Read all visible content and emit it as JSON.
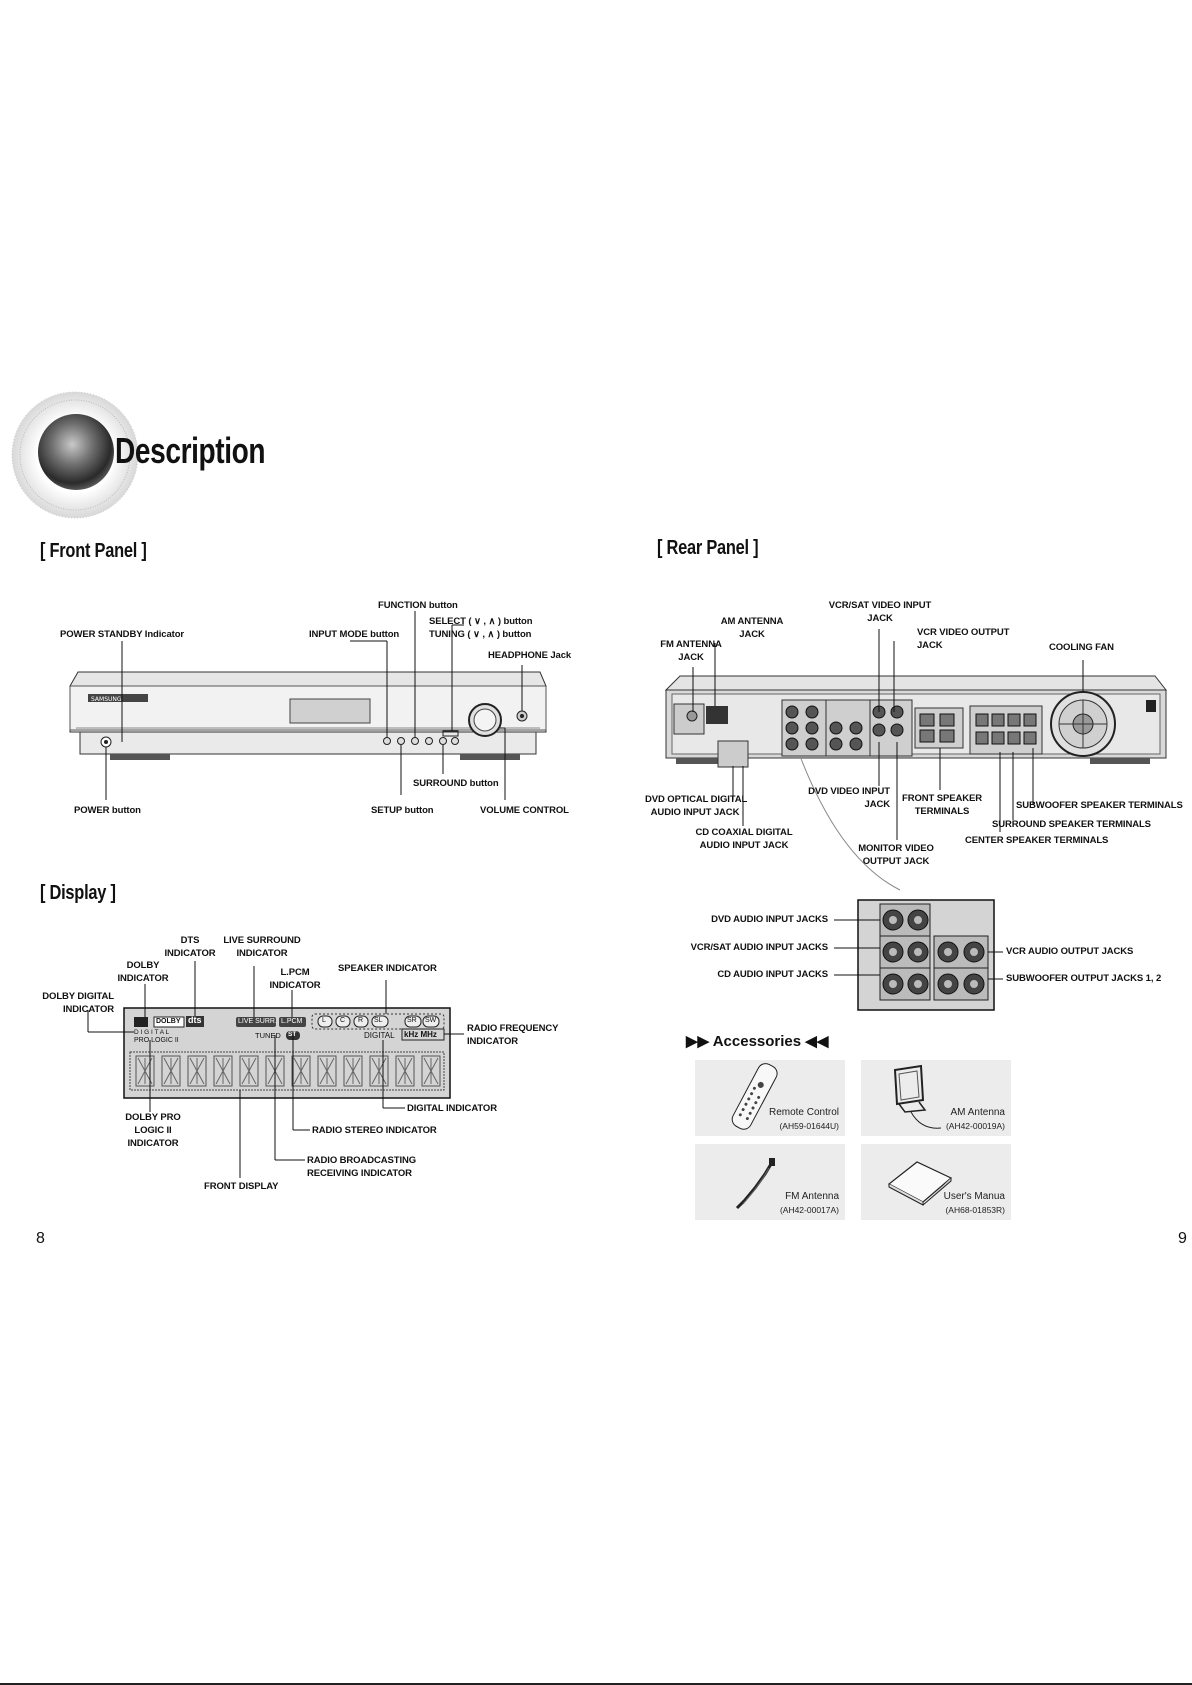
{
  "page": {
    "title": "Description",
    "page_left": "8",
    "page_right": "9"
  },
  "front_panel": {
    "heading": "[ Front Panel ]",
    "labels": {
      "function_button": "FUNCTION button",
      "select_button": "SELECT ( ∨ , ∧ ) button",
      "tuning_button": "TUNING ( ∨ , ∧ ) button",
      "power_standby": "POWER STANDBY Indicator",
      "input_mode": "INPUT MODE button",
      "headphone": "HEADPHONE Jack",
      "power_button": "POWER button",
      "surround_button": "SURROUND button",
      "setup_button": "SETUP button",
      "volume_control": "VOLUME CONTROL"
    },
    "brand": "SAMSUNG"
  },
  "display": {
    "heading": "[ Display ]",
    "labels": {
      "dts_1": "DTS",
      "dts_2": "INDICATOR",
      "live_1": "LIVE SURROUND",
      "live_2": "INDICATOR",
      "dolby_1": "DOLBY",
      "dolby_2": "INDICATOR",
      "lpcm_1": "L.PCM",
      "lpcm_2": "INDICATOR",
      "speaker": "SPEAKER INDICATOR",
      "dolby_digital_1": "DOLBY DIGITAL",
      "dolby_digital_2": "INDICATOR",
      "radio_freq_1": "RADIO FREQUENCY",
      "radio_freq_2": "INDICATOR",
      "digital_ind": "DIGITAL INDICATOR",
      "dpl_1": "DOLBY PRO",
      "dpl_2": "LOGIC II",
      "dpl_3": "INDICATOR",
      "radio_stereo": "RADIO STEREO INDICATOR",
      "radio_bc_1": "RADIO BROADCASTING",
      "radio_bc_2": "RECEIVING INDICATOR",
      "front_display": "FRONT DISPLAY"
    },
    "lcd": {
      "dolby": "DOLBY",
      "dts": "dts",
      "live_surr": "LIVE SURR.",
      "lpcm": "L.PCM",
      "digital_small": "D I G I T A L",
      "pro_logic": "PRO LOGIC II",
      "tuned": "TUNED",
      "st": "ST",
      "digital": "DIGITAL",
      "khz_mhz": "kHz MHz",
      "speakers": [
        "L",
        "C",
        "R",
        "SL",
        "SR",
        "SW"
      ]
    }
  },
  "rear_panel": {
    "heading": "[ Rear Panel ]",
    "labels": {
      "vcr_sat_video_in_1": "VCR/SAT VIDEO INPUT",
      "vcr_sat_video_in_2": "JACK",
      "am_antenna_1": "AM ANTENNA",
      "am_antenna_2": "JACK",
      "vcr_video_out_1": "VCR VIDEO OUTPUT",
      "vcr_video_out_2": "JACK",
      "fm_antenna_1": "FM ANTENNA",
      "fm_antenna_2": "JACK",
      "cooling_fan": "COOLING FAN",
      "dvd_optical_1": "DVD OPTICAL DIGITAL",
      "dvd_optical_2": "AUDIO INPUT JACK",
      "dvd_video_in_1": "DVD VIDEO INPUT",
      "dvd_video_in_2": "JACK",
      "front_spk_1": "FRONT SPEAKER",
      "front_spk_2": "TERMINALS",
      "subwoofer_spk": "SUBWOOFER SPEAKER TERMINALS",
      "surround_spk": "SURROUND SPEAKER TERMINALS",
      "center_spk": "CENTER SPEAKER TERMINALS",
      "cd_coax_1": "CD COAXIAL DIGITAL",
      "cd_coax_2": "AUDIO INPUT JACK",
      "monitor_video_1": "MONITOR VIDEO",
      "monitor_video_2": "OUTPUT JACK",
      "dvd_audio_in": "DVD AUDIO INPUT JACKS",
      "vcr_sat_audio_in": "VCR/SAT AUDIO INPUT JACKS",
      "cd_audio_in": "CD AUDIO INPUT JACKS",
      "vcr_audio_out": "VCR AUDIO OUTPUT JACKS",
      "subwoofer_out": "SUBWOOFER OUTPUT JACKS 1, 2"
    }
  },
  "accessories": {
    "heading": "Accessories",
    "items": [
      {
        "name": "Remote Control",
        "code": "(AH59-01644U)"
      },
      {
        "name": "AM Antenna",
        "code": "(AH42-00019A)"
      },
      {
        "name": "FM Antenna",
        "code": "(AH42-00017A)"
      },
      {
        "name": "User's Manua",
        "code": "(AH68-01853R)"
      }
    ]
  }
}
